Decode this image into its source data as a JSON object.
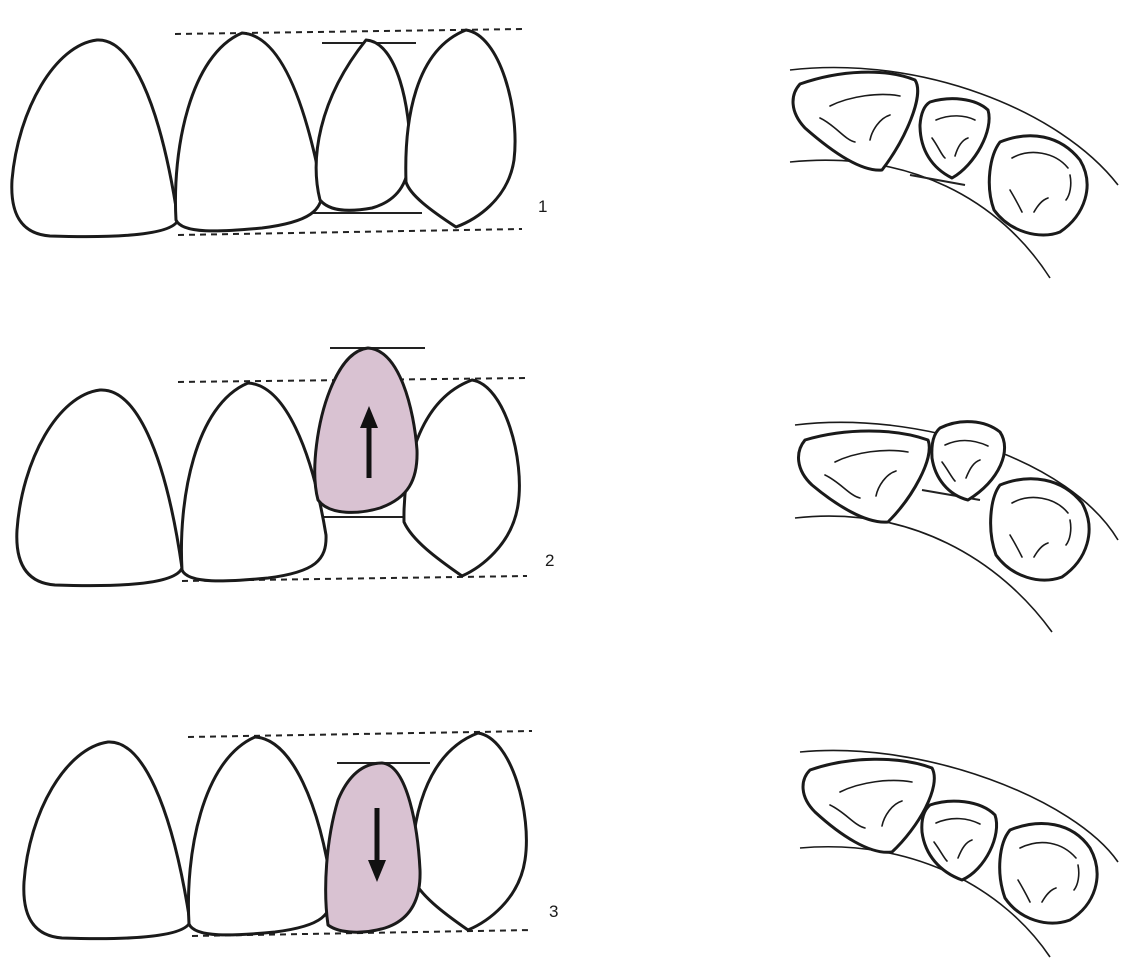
{
  "panels": [
    {
      "label": "1",
      "highlight": false,
      "movement": "none"
    },
    {
      "label": "2",
      "highlight": true,
      "movement": "up"
    },
    {
      "label": "3",
      "highlight": true,
      "movement": "down"
    }
  ],
  "colors": {
    "highlight_fill": "#d9c2d2",
    "outline": "#1a1a1a"
  }
}
